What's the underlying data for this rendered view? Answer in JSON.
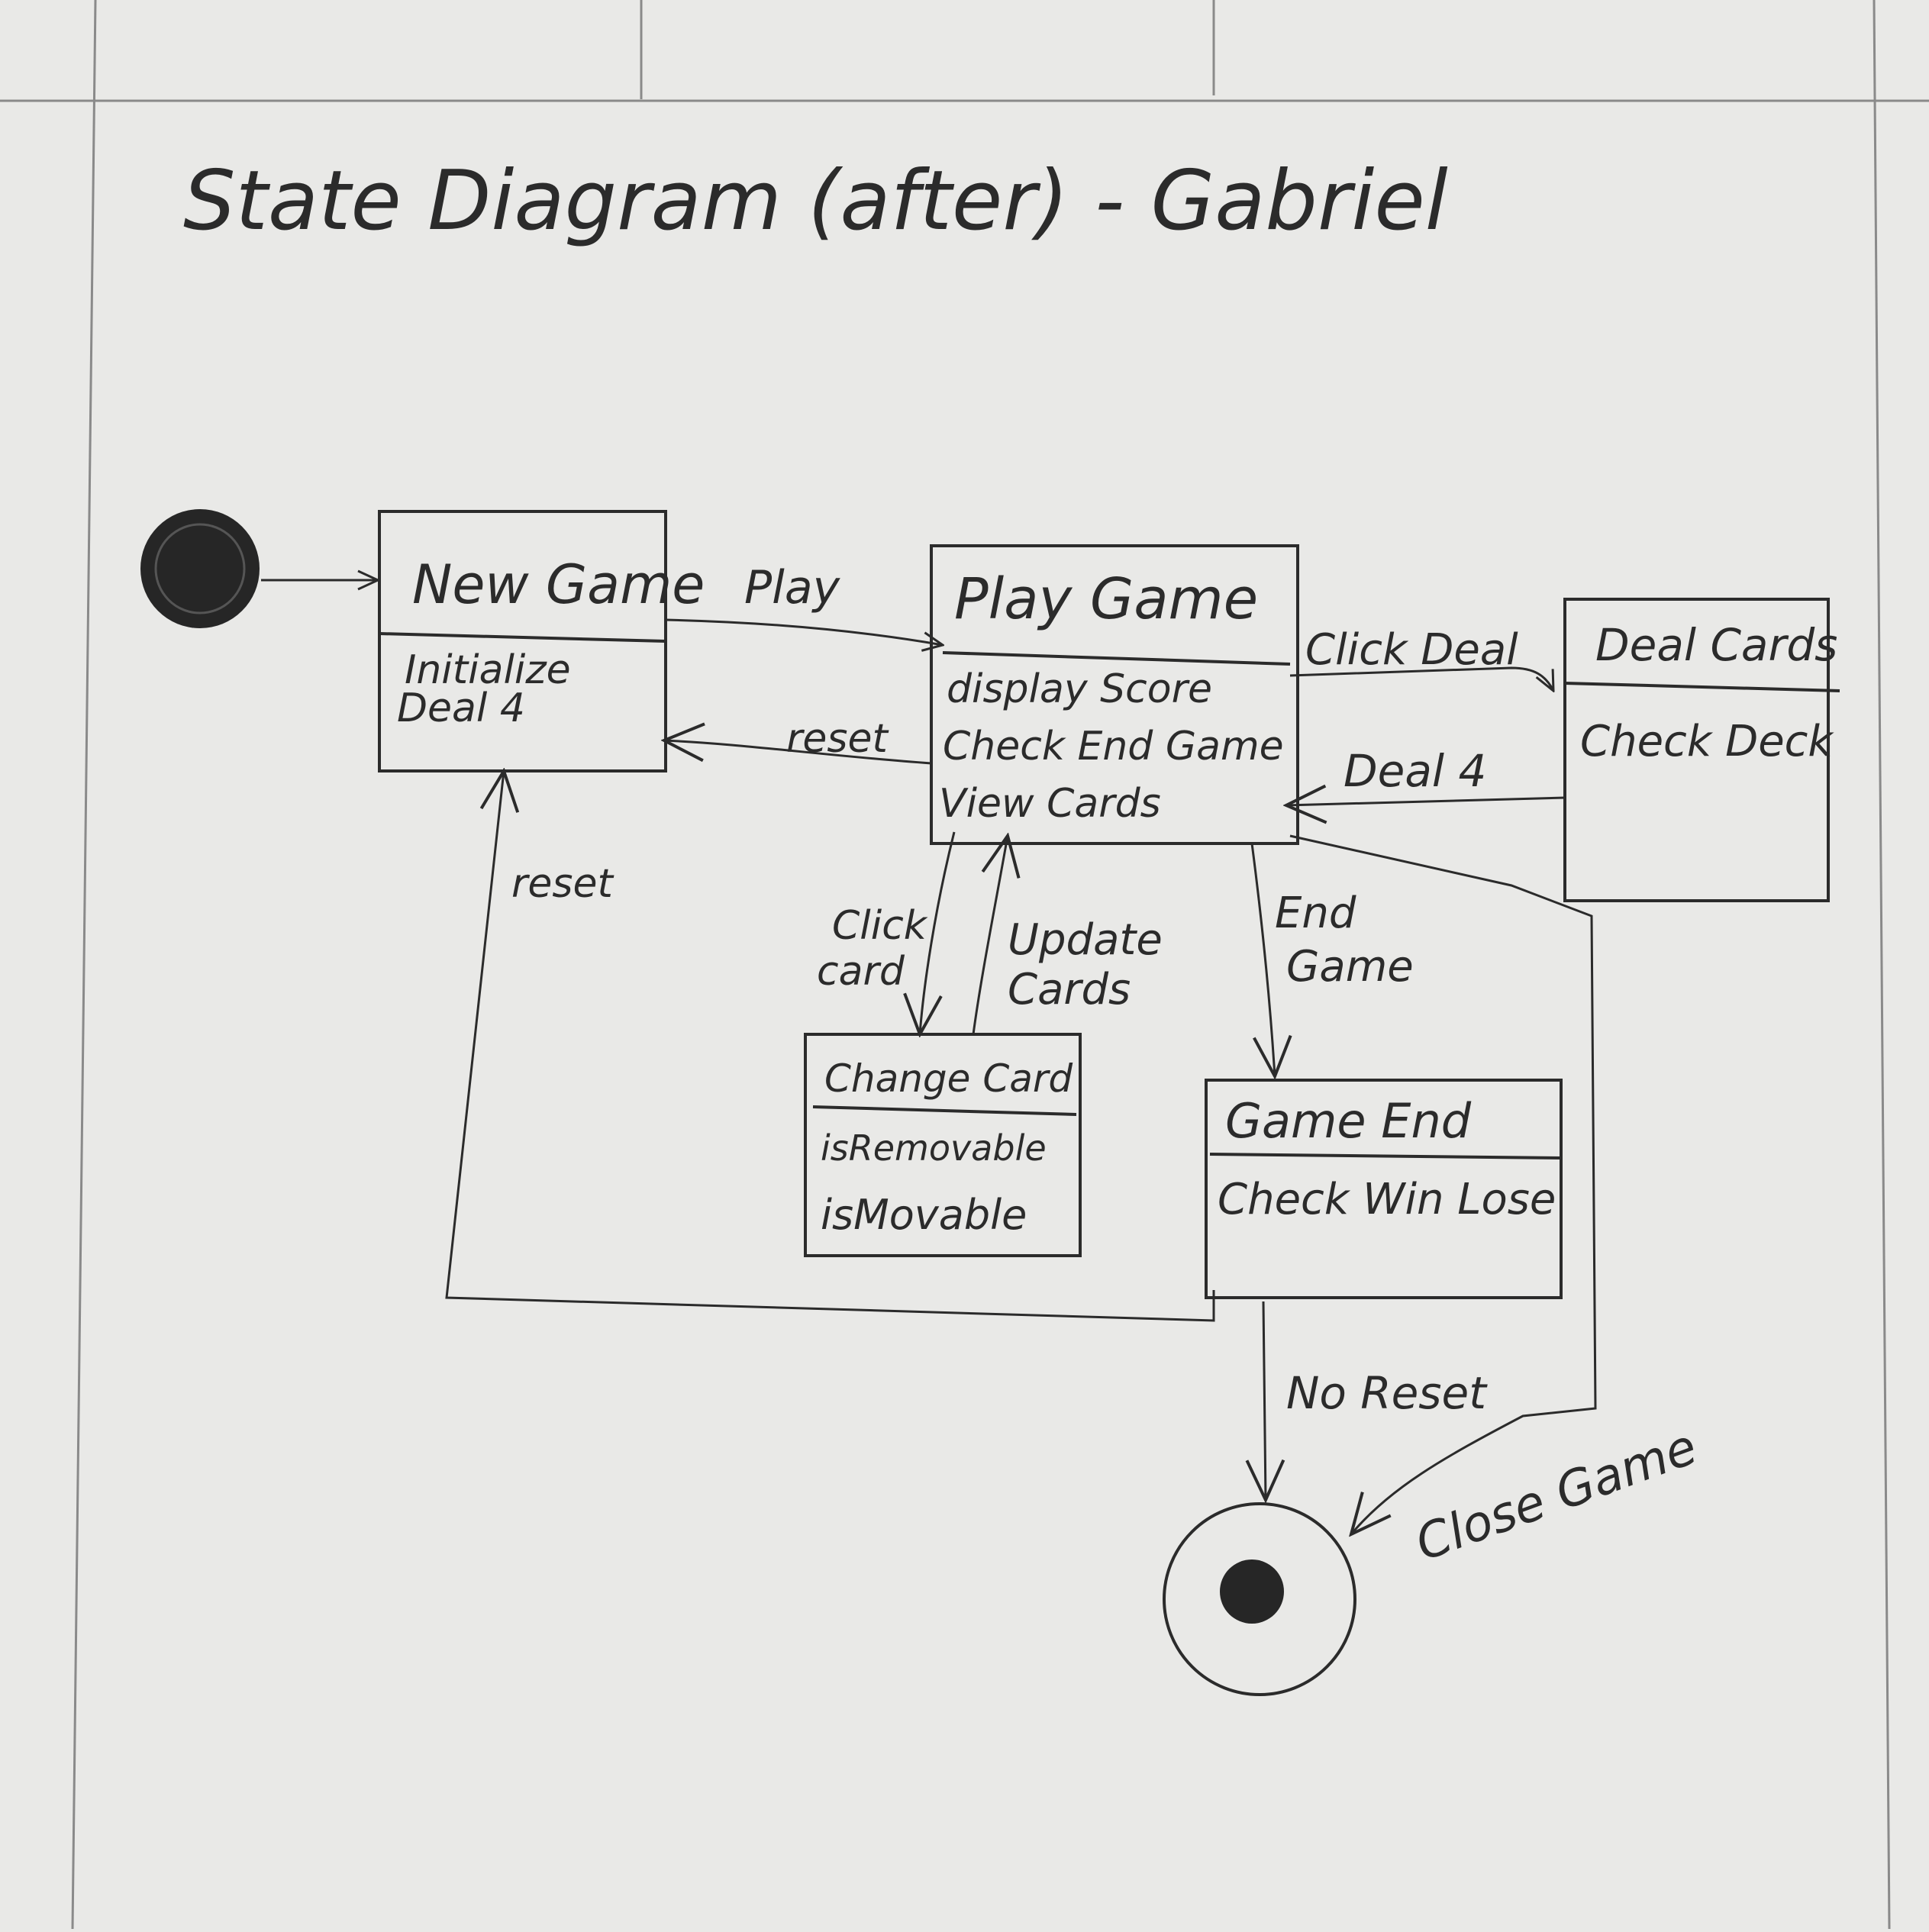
{
  "title": "State Diagram (after) - Gabriel",
  "states": {
    "new_game": {
      "name": "New Game",
      "activities": [
        "Initialize",
        "Deal 4"
      ]
    },
    "play_game": {
      "name": "Play Game",
      "activities": [
        "display Score",
        "Check End Game",
        "View Cards"
      ]
    },
    "deal_cards": {
      "name": "Deal Cards",
      "activities": [
        "Check Deck"
      ]
    },
    "change_card": {
      "name": "Change Card",
      "activities": [
        "isRemovable",
        "isMovable"
      ]
    },
    "game_end": {
      "name": "Game End",
      "activities": [
        "Check Win Lose"
      ]
    }
  },
  "transitions": {
    "play": "Play",
    "reset_from_play": "reset",
    "click_deal": "Click Deal",
    "deal_4": "Deal 4",
    "click_card": [
      "Click",
      "card"
    ],
    "update_cards": [
      "Update",
      "Cards"
    ],
    "end_game": [
      "End",
      "Game"
    ],
    "reset_from_end": "reset",
    "no_reset": "No Reset",
    "close_game": "Close Game"
  },
  "colors": {
    "paper": "#e9e9e7",
    "ink": "#2b2b2b",
    "grid": "#8a8a8a"
  }
}
